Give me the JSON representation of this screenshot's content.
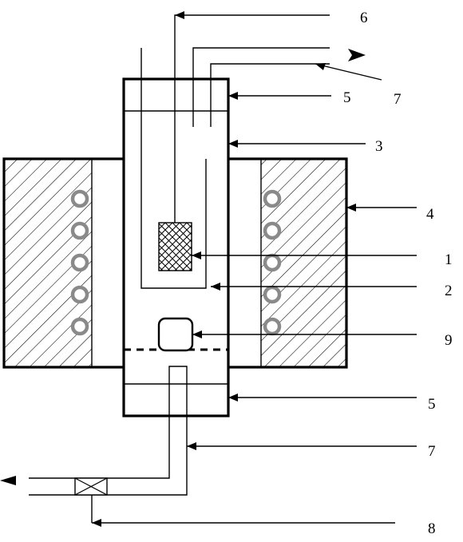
{
  "diagram": {
    "labels": {
      "l1": "1",
      "l2": "2",
      "l3": "3",
      "l4": "4",
      "l5_top": "5",
      "l5_bottom": "5",
      "l6": "6",
      "l7_top": "7",
      "l7_bottom": "7",
      "l8": "8",
      "l9": "9"
    },
    "colors": {
      "line": "#000000",
      "coil": "#8a8a8a",
      "background": "#ffffff"
    }
  }
}
